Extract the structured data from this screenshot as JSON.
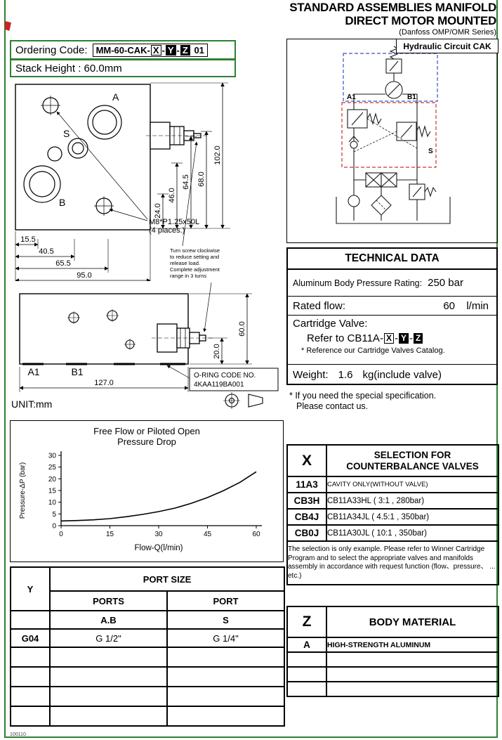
{
  "header": {
    "title_line1": "STANDARD ASSEMBLIES MANIFOLD",
    "title_line2": "DIRECT MOTOR MOUNTED",
    "subtitle": "(Danfoss OMP/OMR Series)"
  },
  "ordering": {
    "label": "Ordering Code:",
    "code_prefix": "MM-60-CAK-",
    "x": "X",
    "y": "Y",
    "z": "Z",
    "sep": "-",
    "suffix": "01"
  },
  "stack_height": "Stack Height : 60.0mm",
  "drawing_top": {
    "port_a": "A",
    "port_s": "S",
    "port_b": "B",
    "dim_102": "102.0",
    "dim_68": "68.0",
    "dim_64_5": "64.5",
    "dim_46": "46.0",
    "dim_24": "24.0",
    "dim_15_5": "15.5",
    "dim_40_5": "40.5",
    "dim_65_5": "65.5",
    "dim_95": "95.0",
    "m8_note_line1": "M8*P1.25x50L",
    "m8_note_line2": "(4 places.)",
    "screw_note": [
      "Turn screw clockwise",
      "to reduce setting and",
      "release load.",
      "Complete adjustment",
      "range in 3 turns"
    ]
  },
  "drawing_front": {
    "port_a1": "A1",
    "port_b1": "B1",
    "dim_60": "60.0",
    "dim_20": "20.0",
    "dim_127": "127.0",
    "oring_line1": "O-RING CODE NO.",
    "oring_line2": "4KAA119BA001",
    "unit": "UNIT:mm"
  },
  "chart_data": {
    "type": "line",
    "title": "Free Flow or Piloted Open",
    "subtitle": "Pressure Drop",
    "xlabel": "Flow-Q(l/min)",
    "ylabel": "Pressure-ΔP (bar)",
    "xlim": [
      0,
      60
    ],
    "ylim": [
      0,
      30
    ],
    "xticks": [
      0,
      15,
      30,
      45,
      60
    ],
    "yticks": [
      0,
      5,
      10,
      15,
      20,
      25,
      30
    ],
    "x": [
      0,
      5,
      10,
      15,
      20,
      25,
      30,
      35,
      40,
      45,
      50,
      55,
      60
    ],
    "y": [
      2,
      2.2,
      2.5,
      3,
      3.8,
      4.8,
      6,
      7.5,
      9.5,
      12,
      15,
      18.5,
      23
    ],
    "grid": false,
    "legend": null
  },
  "port_table": {
    "col_y": "Y",
    "title": "PORT SIZE",
    "col_ports": "PORTS",
    "col_port": "PORT",
    "sub_ab": "A.B",
    "sub_s": "S",
    "row_code": "G04",
    "val_ab": "G 1/2\"",
    "val_s": "G 1/4\""
  },
  "circuit": {
    "title": "Hydraulic Circuit CAK",
    "label_a1": "A1",
    "label_b1": "B1",
    "label_s": "S"
  },
  "technical": {
    "title": "TECHNICAL DATA",
    "pressure_label": "Aluminum Body Pressure Rating:",
    "pressure_value": "250 bar",
    "flow_label": "Rated flow:",
    "flow_value": "60",
    "flow_unit": "l/min",
    "cartridge_label": "Cartridge Valve:",
    "refer_prefix": "Refer to CB11A-",
    "refer_x": "X",
    "refer_y": "Y",
    "refer_z": "Z",
    "sep": "-",
    "refer_note": "* Reference our Cartridge Valves Catalog.",
    "weight_label": "Weight:",
    "weight_value": "1.6",
    "weight_unit": "kg(include valve)",
    "footnote_line1": "* If you need the special specification.",
    "footnote_line2": "Please contact us."
  },
  "x_selection": {
    "key": "X",
    "title_line1": "SELECTION FOR",
    "title_line2": "COUNTERBALANCE VALVES",
    "rows": [
      {
        "code": "11A3",
        "desc": "CAVITY ONLY(WITHOUT VALVE)"
      },
      {
        "code": "CB3H",
        "desc": "CB11A33HL ( 3:1 , 280bar)"
      },
      {
        "code": "CB4J",
        "desc": "CB11A34JL ( 4.5:1 , 350bar)"
      },
      {
        "code": "CB0J",
        "desc": "CB11A30JL ( 10:1 , 350bar)"
      }
    ],
    "note": "The selection is only example. Please refer to Winner Cartridge Program and to select the appropriate valves and manifolds assembly in accordance with request function (flow、pressure、 ... etc.)"
  },
  "z_material": {
    "key": "Z",
    "title": "BODY MATERIAL",
    "rows": [
      {
        "code": "A",
        "desc": "HIGH-STRENGTH ALUMINUM"
      }
    ]
  },
  "footer": "100110"
}
